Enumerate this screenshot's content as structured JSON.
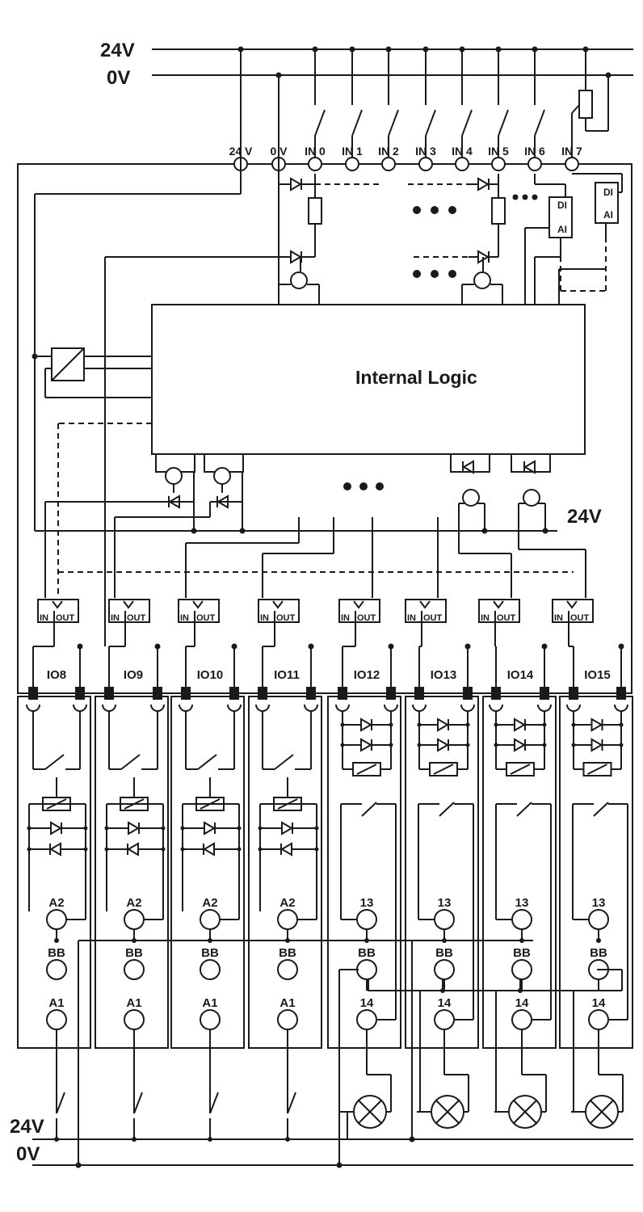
{
  "rails": {
    "top_24v": "24V",
    "top_0v": "0V",
    "mid_24v": "24V",
    "bottom_24v": "24V",
    "bottom_0v": "0V"
  },
  "top_terminals": [
    "24 V",
    "0 V",
    "IN 0",
    "IN 1",
    "IN 2",
    "IN 3",
    "IN 4",
    "IN 5",
    "IN 6",
    "IN 7"
  ],
  "logic_label": "Internal Logic",
  "analog_labels": {
    "di": "DI",
    "ai": "AI"
  },
  "io_labels": {
    "in": "IN",
    "out": "OUT"
  },
  "io_channels": [
    "IO8",
    "IO9",
    "IO10",
    "IO11",
    "IO12",
    "IO13",
    "IO14",
    "IO15"
  ],
  "relay_terminals": {
    "input_module": [
      "A2",
      "BB",
      "A1"
    ],
    "output_module": [
      "13",
      "BB",
      "14"
    ]
  }
}
